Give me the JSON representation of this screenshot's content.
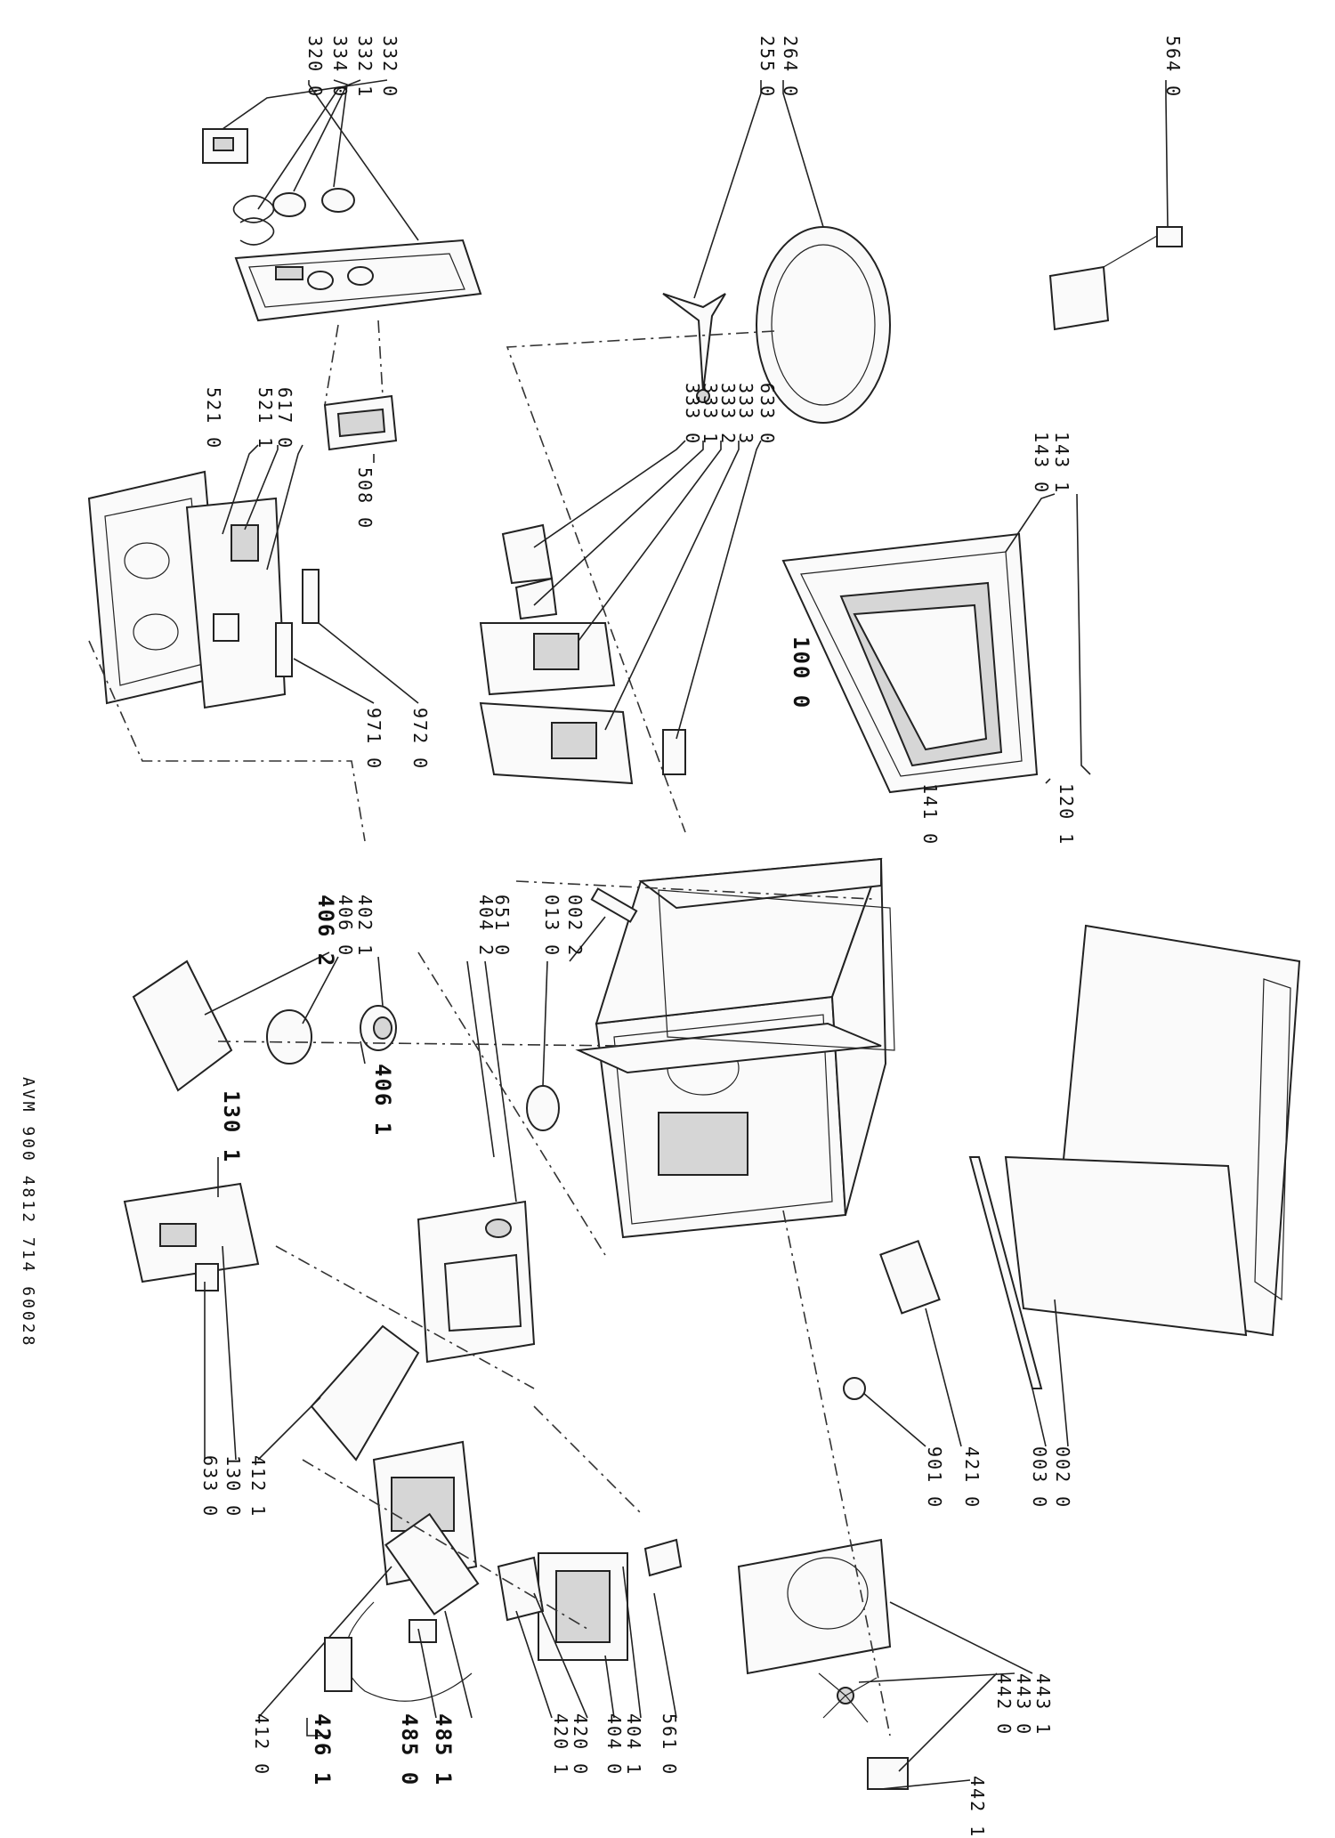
{
  "document": {
    "stamp": "AVM 900    4812 714 60028"
  },
  "labels": [
    {
      "id": "l320_0",
      "text": "320 0"
    },
    {
      "id": "l334_0",
      "text": "334 0"
    },
    {
      "id": "l332_1",
      "text": "332 1"
    },
    {
      "id": "l332_0",
      "text": "332 0"
    },
    {
      "id": "l255_0",
      "text": "255 0"
    },
    {
      "id": "l264_0",
      "text": "264 0"
    },
    {
      "id": "l564_0",
      "text": "564 0"
    },
    {
      "id": "l521_0",
      "text": "521 0"
    },
    {
      "id": "l521_1",
      "text": "521 1"
    },
    {
      "id": "l617_0",
      "text": "617 0"
    },
    {
      "id": "l508_0",
      "text": "508 0"
    },
    {
      "id": "l333_0",
      "text": "333 0"
    },
    {
      "id": "l333_1",
      "text": "333 1"
    },
    {
      "id": "l333_2",
      "text": "333 2"
    },
    {
      "id": "l333_3",
      "text": "333 3"
    },
    {
      "id": "l633_0a",
      "text": "633 0"
    },
    {
      "id": "l143_1",
      "text": "143 1"
    },
    {
      "id": "l143_0",
      "text": "143 0"
    },
    {
      "id": "l100_0",
      "text": "100 0"
    },
    {
      "id": "l141_0",
      "text": "141 0"
    },
    {
      "id": "l120_1",
      "text": "120 1"
    },
    {
      "id": "l972_0",
      "text": "972 0"
    },
    {
      "id": "l971_0",
      "text": "971 0"
    },
    {
      "id": "l406_2",
      "text": "406 2"
    },
    {
      "id": "l406_0",
      "text": "406 0"
    },
    {
      "id": "l402_1",
      "text": "402 1"
    },
    {
      "id": "l404_2",
      "text": "404 2"
    },
    {
      "id": "l651_0",
      "text": "651 0"
    },
    {
      "id": "l013_0",
      "text": "013 0"
    },
    {
      "id": "l002_2",
      "text": "002 2"
    },
    {
      "id": "l406_1",
      "text": "406 1"
    },
    {
      "id": "l130_1",
      "text": "130 1"
    },
    {
      "id": "l412_1",
      "text": "412 1"
    },
    {
      "id": "l130_0",
      "text": "130 0"
    },
    {
      "id": "l633_0b",
      "text": "633 0"
    },
    {
      "id": "l901_0",
      "text": "901 0"
    },
    {
      "id": "l421_0",
      "text": "421 0"
    },
    {
      "id": "l003_0",
      "text": "003 0"
    },
    {
      "id": "l002_0",
      "text": "002 0"
    },
    {
      "id": "l412_0",
      "text": "412 0"
    },
    {
      "id": "l426_1",
      "text": "426 1"
    },
    {
      "id": "l485_0",
      "text": "485 0"
    },
    {
      "id": "l485_1",
      "text": "485 1"
    },
    {
      "id": "l420_1",
      "text": "420 1"
    },
    {
      "id": "l420_0",
      "text": "420 0"
    },
    {
      "id": "l404_0",
      "text": "404 0"
    },
    {
      "id": "l404_1",
      "text": "404 1"
    },
    {
      "id": "l561_0",
      "text": "561 0"
    },
    {
      "id": "l443_1",
      "text": "443 1"
    },
    {
      "id": "l443_0",
      "text": "443 0"
    },
    {
      "id": "l442_0",
      "text": "442 0"
    },
    {
      "id": "l442_1",
      "text": "442 1"
    }
  ]
}
